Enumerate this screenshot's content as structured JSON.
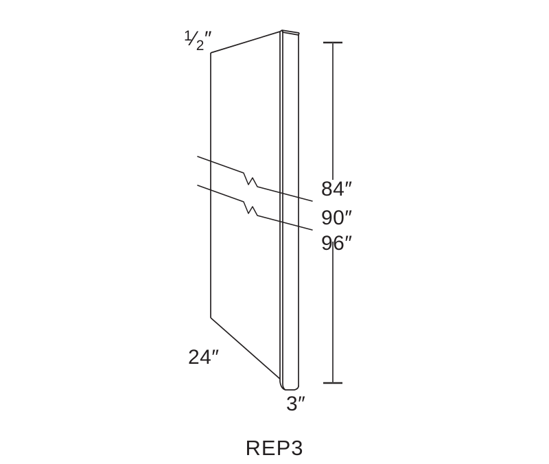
{
  "page": {
    "background_color": "#ffffff",
    "line_color": "#231f20",
    "dimension_line_color": "#4c4a4b"
  },
  "title": {
    "text": "REP3"
  },
  "labels": {
    "thickness": {
      "text": "½″",
      "whole": "",
      "numerator": "1",
      "denominator": "2",
      "unit": "″",
      "meaning": "panel-thickness"
    },
    "depth": {
      "text": "24″",
      "value": "24",
      "unit": "″",
      "meaning": "panel-depth"
    },
    "base_width": {
      "text": "3″",
      "value": "3",
      "unit": "″",
      "meaning": "panel-base-width"
    },
    "height_options": [
      {
        "text": "84″",
        "value": "84",
        "unit": "″"
      },
      {
        "text": "90″",
        "value": "90",
        "unit": "″"
      },
      {
        "text": "96″",
        "value": "96",
        "unit": "″"
      }
    ]
  },
  "annotations": {
    "break_lines_count": "2",
    "break_symbol": "zigzag-break"
  }
}
